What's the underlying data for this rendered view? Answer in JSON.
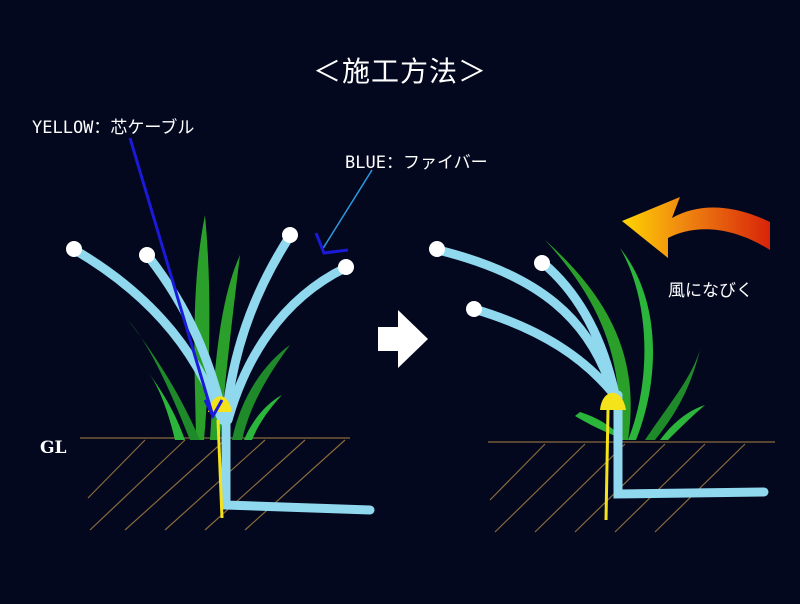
{
  "title": "＜施工方法＞",
  "labels": {
    "yellow": "YELLOW：芯ケーブル",
    "blue": "BLUE：ファイバー",
    "gl": "GL",
    "wind": "風になびく"
  },
  "colors": {
    "background": "#04081f",
    "fiber": "#8fd8ee",
    "core_cable": "#f4e21a",
    "leader": "#1a1ad8",
    "grass": "#2aa02a",
    "ground": "#8a6a3a",
    "wind_arrow_start": "#ff2a00",
    "wind_arrow_end": "#ffd200"
  }
}
